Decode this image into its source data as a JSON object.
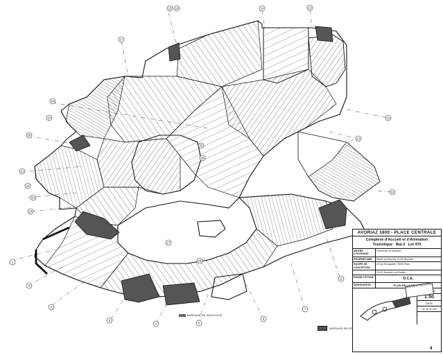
{
  "title_block": {
    "header": "AVORIAZ 1800 - PLACE CENTRALE",
    "project_line1": "Complexe d'Accueil et d'Animation",
    "project_line2": "Touristique",
    "bat": "Bat.3",
    "lot": "Lot 470",
    "rows": [
      {
        "key": "MAITRE D'OUVRAGE",
        "value": "Commune de Morzine"
      },
      {
        "key": "PROPRIETAIRE",
        "value": "Mairie de Morzine 74110 Morzine"
      },
      {
        "key": "EQUIPE DE CONCEPTION",
        "value": "24 rue Bonaparte 75006 Paris"
      },
      {
        "key": "",
        "value": "74110 Morzine Les Bodins"
      }
    ],
    "phase_key": "PHASE D'ETUDE",
    "phase_value": "D.C.E.",
    "drawing_key": "DESIGNATION",
    "drawing_value": "PLAN DE LA TOITURE",
    "scale_label": "ECHELLE",
    "scale": "1:50",
    "date_label": "DATE",
    "date": "LE 30.01.84",
    "plan_no": "4"
  },
  "stamp_text": "BON POUR EXECUTION",
  "legend_label": "BARDAGE EN SOUS-FACE",
  "axis_markers": [
    "1",
    "2",
    "3",
    "4",
    "5",
    "6",
    "7",
    "8",
    "9",
    "10",
    "11",
    "12",
    "13",
    "14",
    "15",
    "16",
    "17",
    "18",
    "19",
    "20",
    "21",
    "22",
    "23",
    "24",
    "25",
    "26",
    "27",
    "28"
  ],
  "colors": {
    "ink": "#1a1a1a",
    "hatch": "#3a3a3a",
    "fill": "#5a5a5a"
  }
}
